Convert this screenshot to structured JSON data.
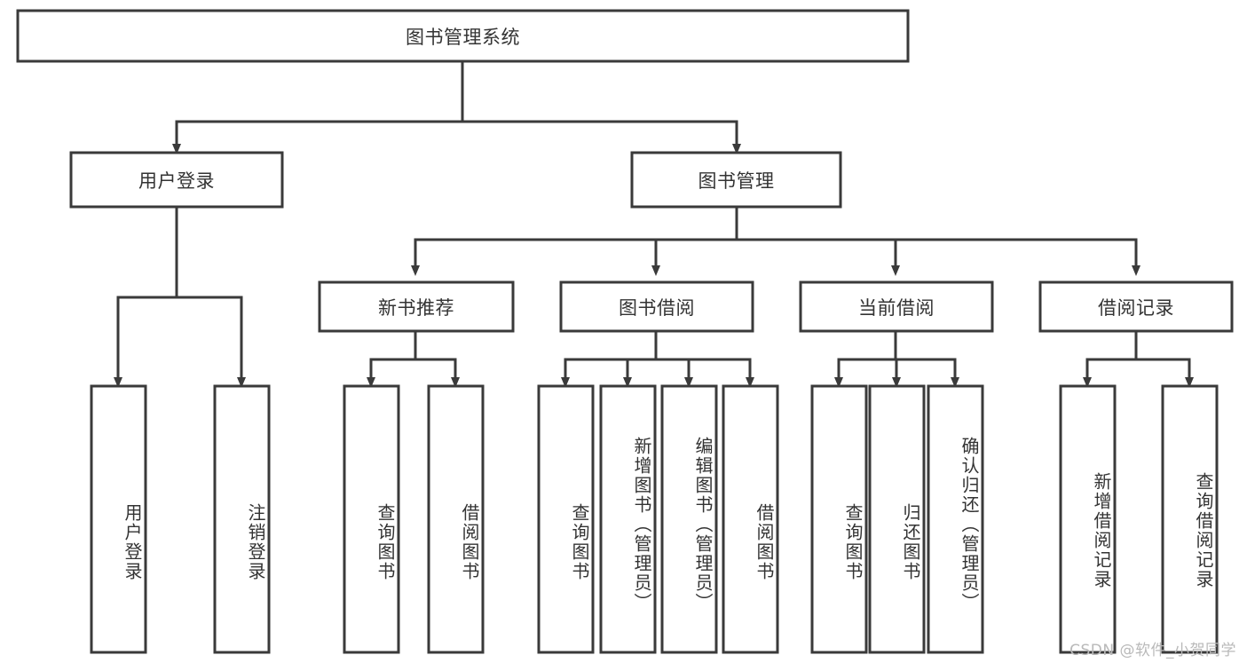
{
  "diagram": {
    "type": "tree",
    "title": "图书管理系统",
    "watermark": "CSDN @软件_小贺同学",
    "colors": {
      "stroke": "#3a3a3a",
      "fill": "#ffffff",
      "text": "#333333",
      "watermark": "#b9b9b9"
    },
    "root": {
      "label": "图书管理系统"
    },
    "level2": [
      {
        "label": "用户登录"
      },
      {
        "label": "图书管理"
      }
    ],
    "level3": [
      {
        "label": "新书推荐"
      },
      {
        "label": "图书借阅"
      },
      {
        "label": "当前借阅"
      },
      {
        "label": "借阅记录"
      }
    ],
    "leaves": {
      "user_login": [
        {
          "label": "用户登录"
        },
        {
          "label": "注销登录"
        }
      ],
      "new_book_recommend": [
        {
          "label": "查询图书"
        },
        {
          "label": "借阅图书"
        }
      ],
      "book_borrow": [
        {
          "label": "查询图书"
        },
        {
          "label": "新增图书（管理员）"
        },
        {
          "label": "编辑图书（管理员）"
        },
        {
          "label": "借阅图书"
        }
      ],
      "current_borrow": [
        {
          "label": "查询图书"
        },
        {
          "label": "归还图书"
        },
        {
          "label": "确认归还（管理员）"
        }
      ],
      "borrow_record": [
        {
          "label": "新增借阅记录"
        },
        {
          "label": "查询借阅记录"
        }
      ]
    }
  }
}
